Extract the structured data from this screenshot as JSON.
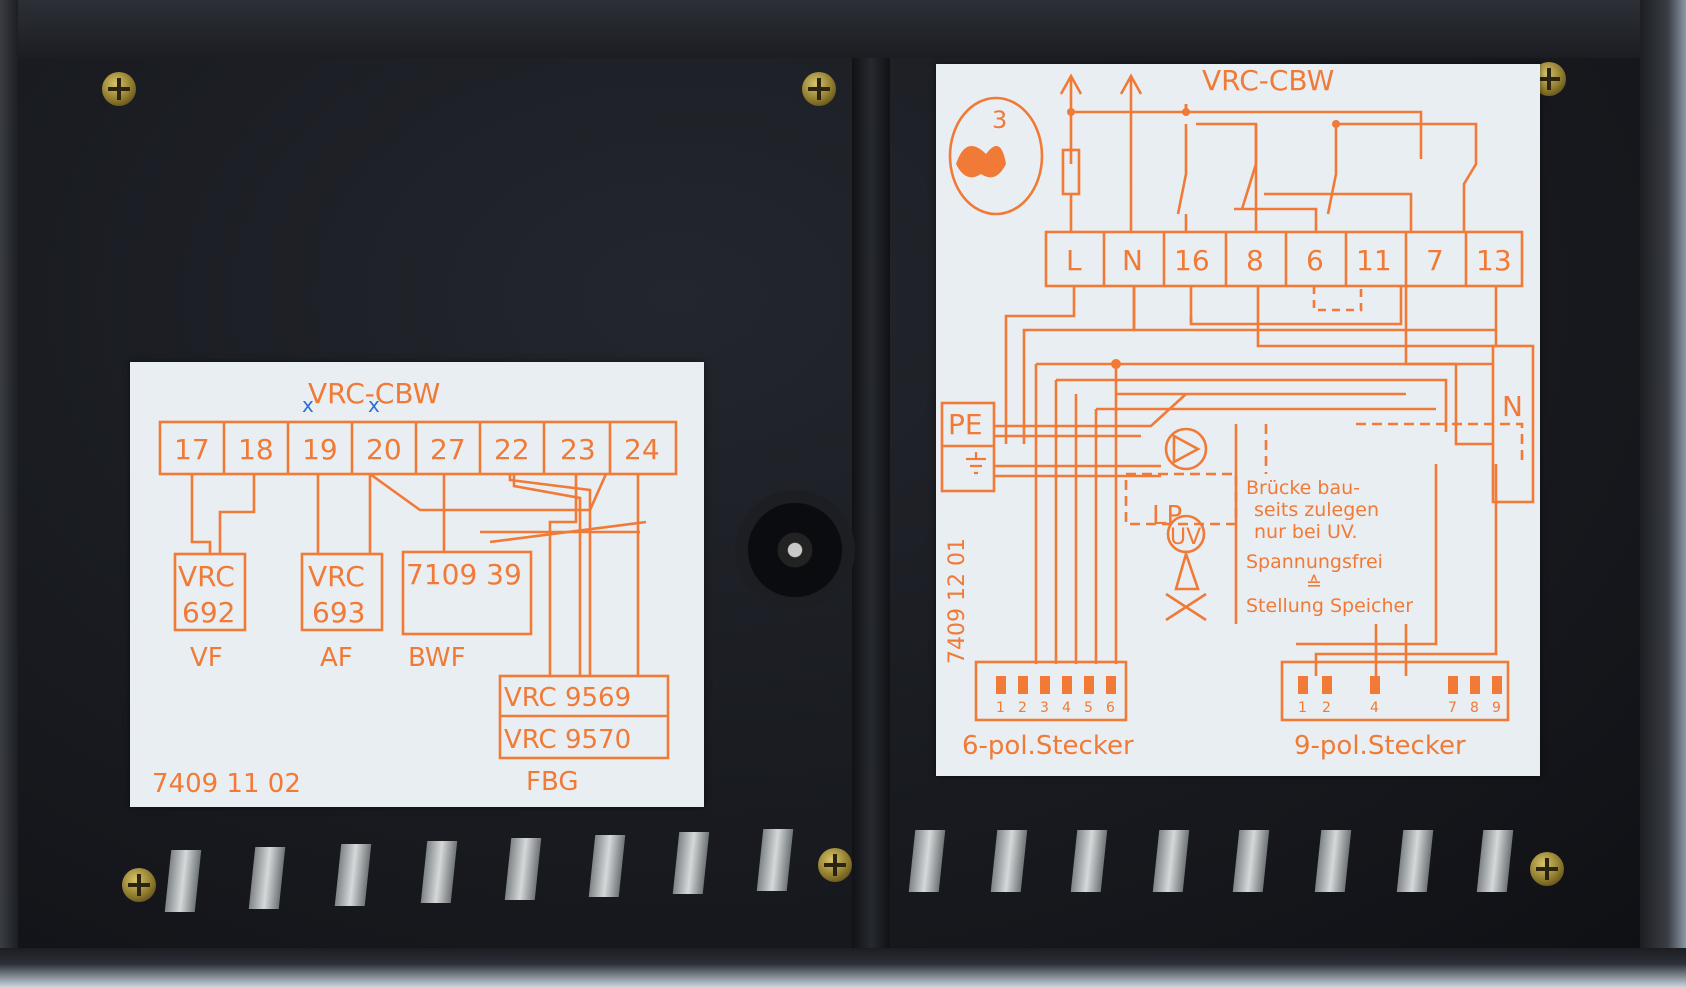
{
  "left_label": {
    "title": "VRC-CBW",
    "terminals": [
      "17",
      "18",
      "19",
      "20",
      "27",
      "22",
      "23",
      "24"
    ],
    "marks": [
      "x",
      "x"
    ],
    "boxes": {
      "vrc692": [
        "VRC",
        "692"
      ],
      "vrc693": [
        "VRC",
        "693"
      ],
      "box710939": "7109 39",
      "fbg": [
        "VRC 9569",
        "VRC 9570"
      ]
    },
    "captions": {
      "vf": "VF",
      "af": "AF",
      "bwf": "BWF",
      "fbg": "FBG"
    },
    "part_number": "7409 11 02"
  },
  "right_label": {
    "title": "VRC-CBW",
    "stamp": "3",
    "terminals": [
      "L",
      "N",
      "16",
      "8",
      "6",
      "11",
      "7",
      "13"
    ],
    "pe": "PE",
    "n": "N",
    "lp": "LP",
    "uv": "UV",
    "note": [
      "Brücke bau-",
      "seits zulegen",
      "nur bei UV."
    ],
    "legend": [
      "Spannungsfrei",
      "≙",
      "Stellung Speicher"
    ],
    "part_number": "7409 12 01",
    "plug6_pins": [
      "1",
      "2",
      "3",
      "4",
      "5",
      "6"
    ],
    "plug9_pins": [
      "1",
      "2",
      "4",
      "7",
      "8",
      "9"
    ],
    "plug6_caption": "6-pol.Stecker",
    "plug9_caption": "9-pol.Stecker"
  },
  "colors": {
    "ink": "#f07a36",
    "paper": "#e9eef3",
    "housing": "#15171c",
    "pen": "#2f6fd0"
  }
}
